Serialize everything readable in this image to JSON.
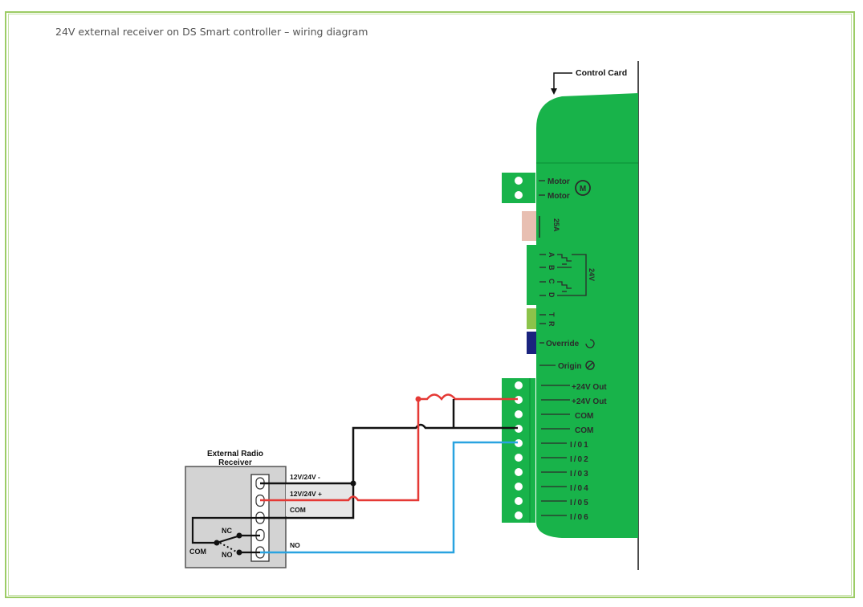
{
  "caption": "24V external receiver on DS Smart controller – wiring diagram",
  "control_card": {
    "title": "Control Card",
    "motor_label": "Motor",
    "motor_symbol": "M",
    "fuse_label": "25A",
    "battery_letters": [
      "A",
      "B",
      "C",
      "D"
    ],
    "battery_voltage": "24V",
    "tr_letters": [
      "T",
      "R"
    ],
    "override_label": "Override",
    "origin_label": "Origin",
    "terminals": [
      "+24V Out",
      "+24V Out",
      "COM",
      "COM",
      "I/01",
      "I/02",
      "I/03",
      "I/04",
      "I/05",
      "I/06"
    ]
  },
  "receiver": {
    "title_line1": "External Radio",
    "title_line2": "Receiver",
    "terminals": [
      "12V/24V -",
      "12V/24V +",
      "COM",
      "",
      "NO"
    ],
    "relay_nc": "NC",
    "relay_no": "NO",
    "relay_com": "COM"
  },
  "colors": {
    "card_green": "#18b34a",
    "card_dark_green": "#0a8c35",
    "wire_red": "#e53935",
    "wire_black": "#111111",
    "wire_blue": "#29a3e0",
    "frame_green": "#9ccc65",
    "receiver_gray": "#d3d3d3"
  }
}
